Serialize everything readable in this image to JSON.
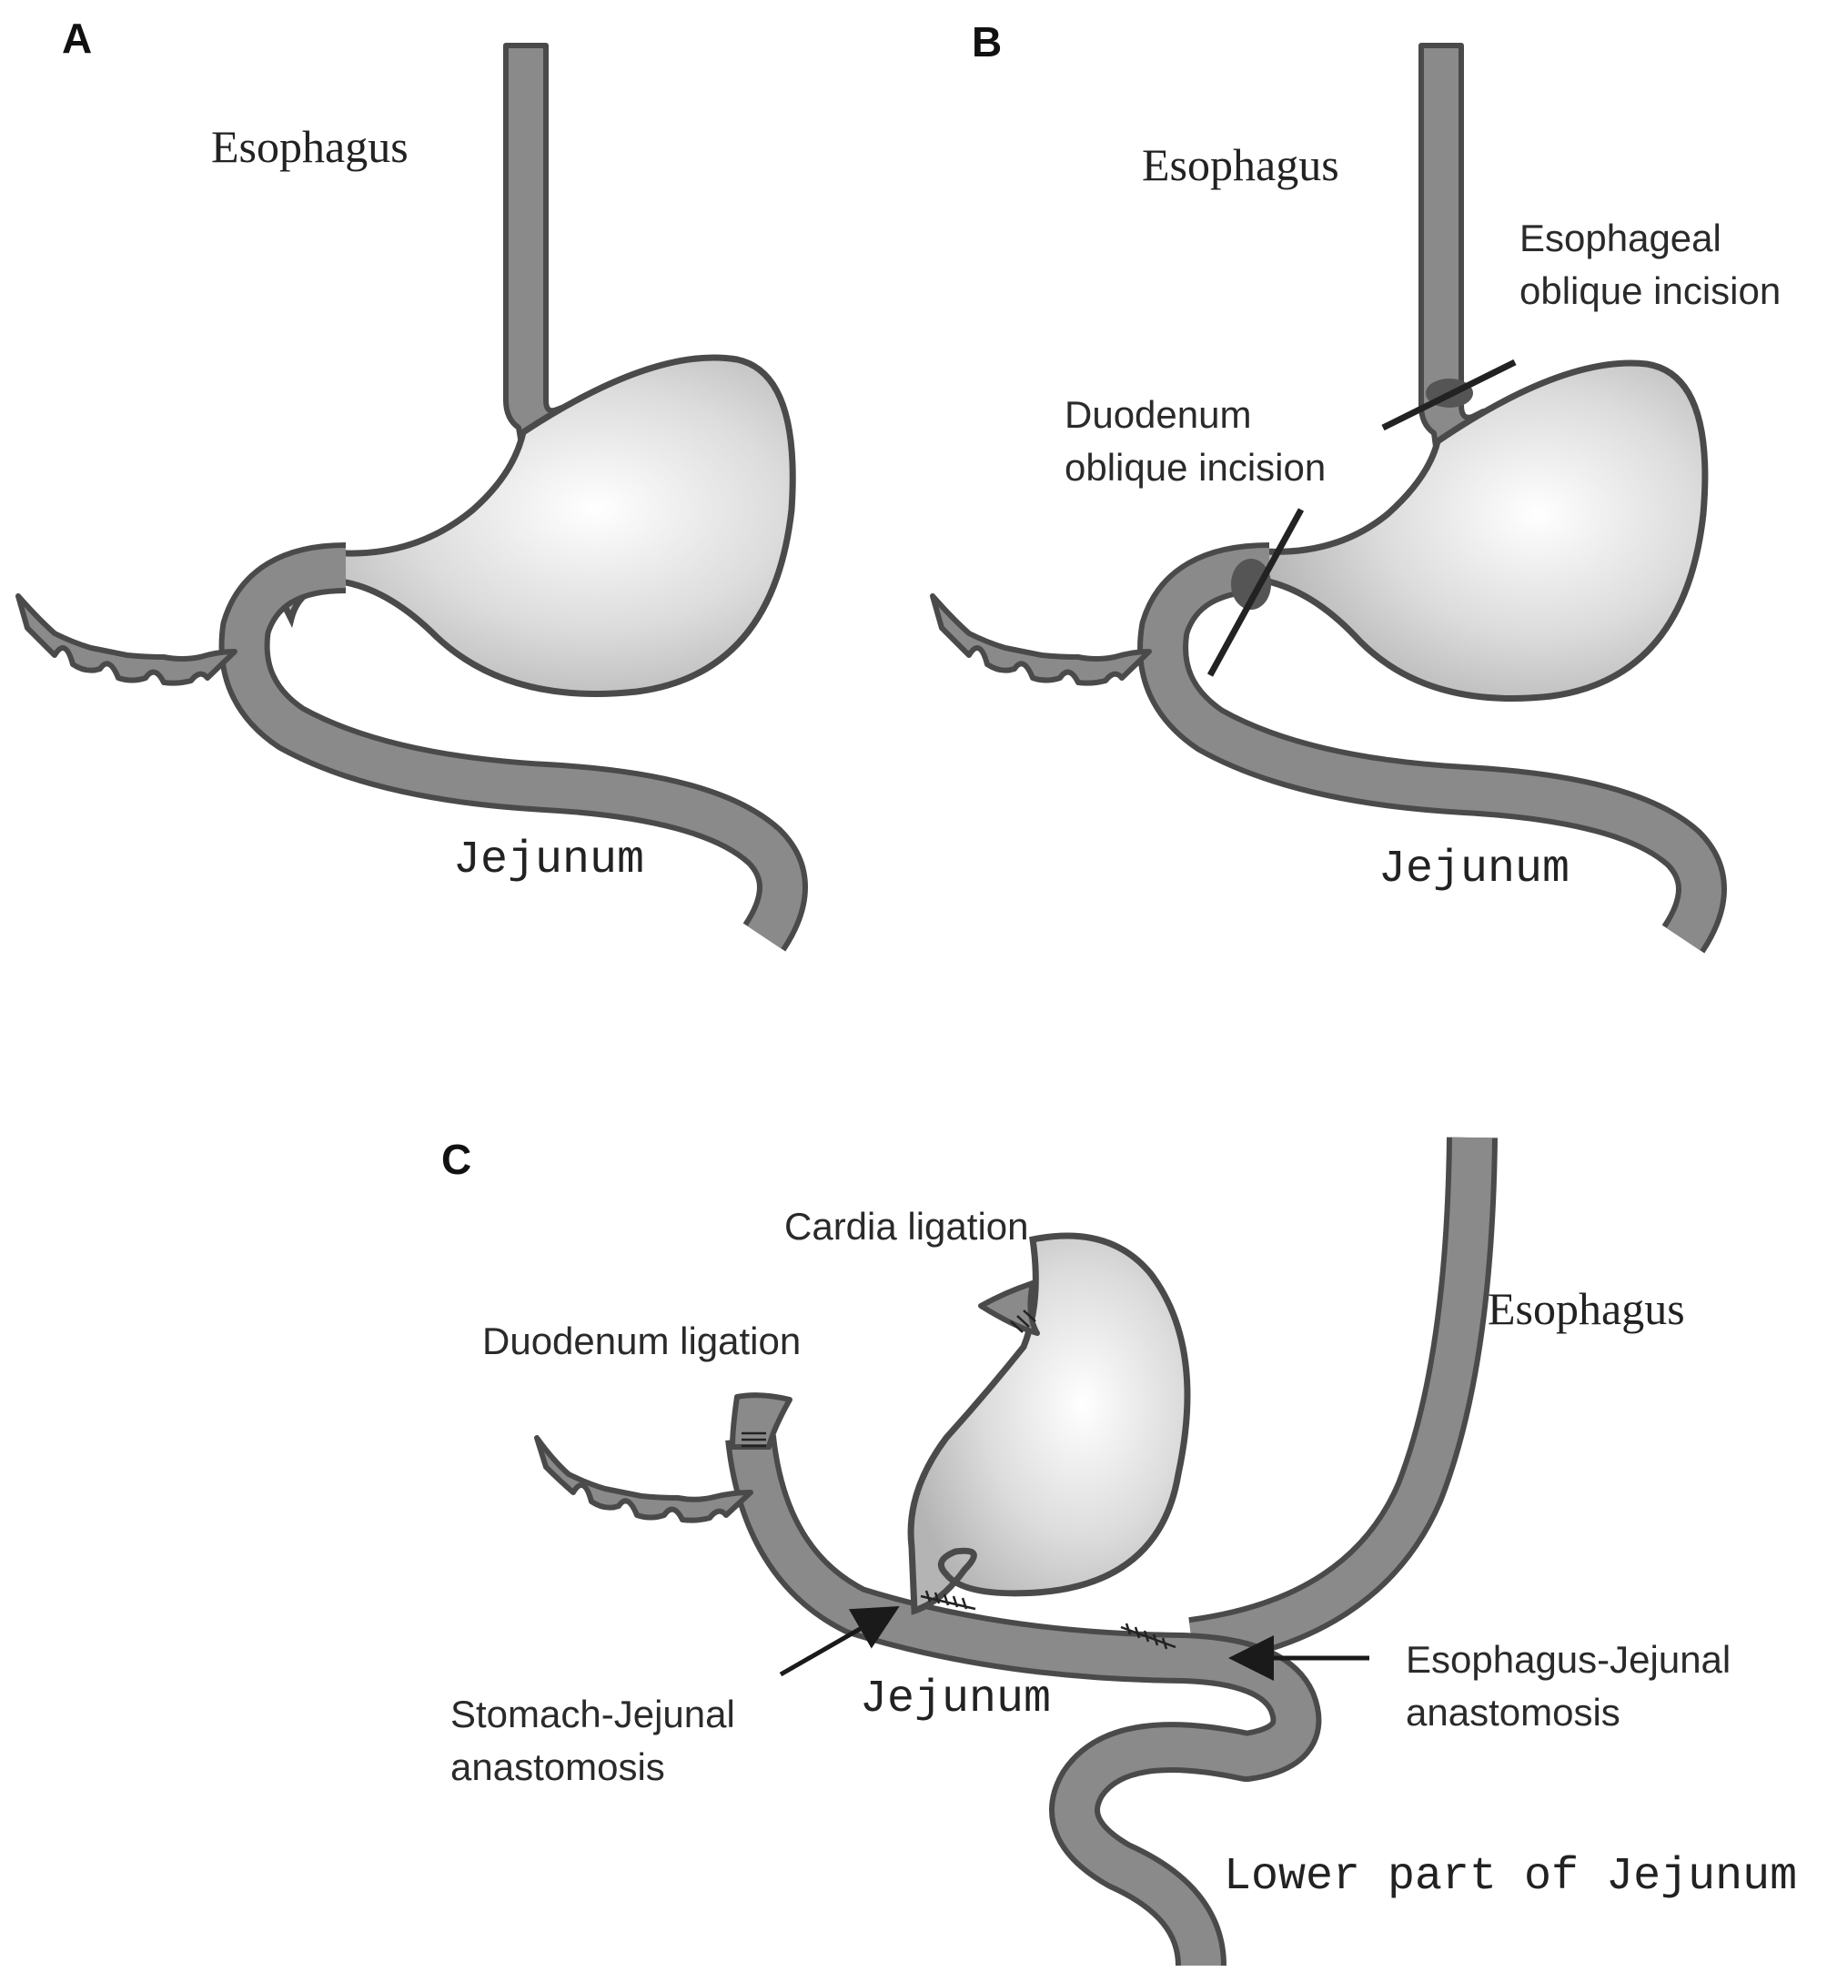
{
  "panels": {
    "a": {
      "letter": "A",
      "esophagus": "Esophagus",
      "jejunum": "Jejunum"
    },
    "b": {
      "letter": "B",
      "esophagus": "Esophagus",
      "esophageal_incision_line1": "Esophageal",
      "esophageal_incision_line2": "oblique incision",
      "duodenum_incision_line1": "Duodenum",
      "duodenum_incision_line2": "oblique incision",
      "jejunum": "Jejunum"
    },
    "c": {
      "letter": "C",
      "cardia_ligation": "Cardia ligation",
      "duodenum_ligation": "Duodenum ligation",
      "esophagus": "Esophagus",
      "stomach_jejunal_line1": "Stomach-Jejunal",
      "stomach_jejunal_line2": "anastomosis",
      "jejunum": "Jejunum",
      "esophagus_jejunal_line1": "Esophagus-Jejunal",
      "esophagus_jejunal_line2": "anastomosis",
      "lower_jejunum": "Lower part of Jejunum"
    }
  },
  "colors": {
    "tissue": "#8a8a8a",
    "outline": "#4a4a4a",
    "stomach_light": "#ffffff",
    "stomach_dark": "#b9b9b9"
  }
}
